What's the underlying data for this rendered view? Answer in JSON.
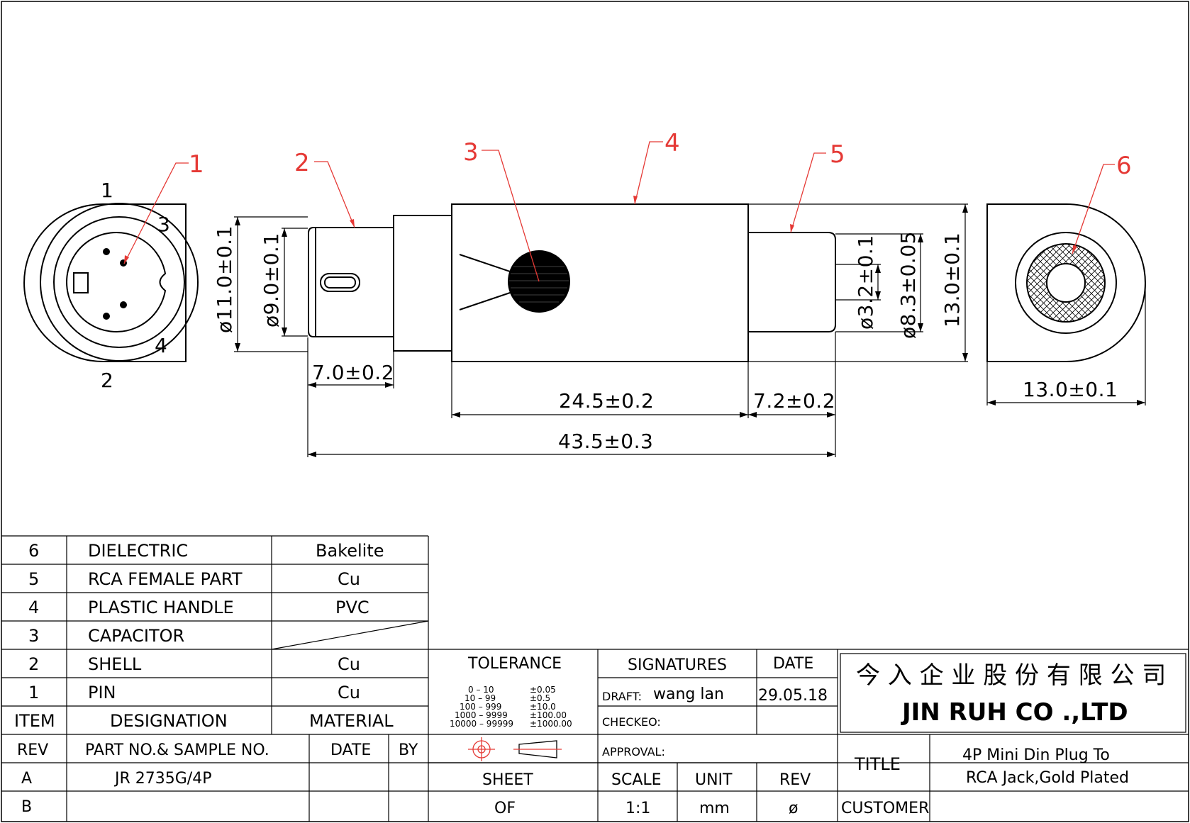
{
  "drawing": {
    "callouts": [
      "1",
      "2",
      "3",
      "4",
      "5",
      "6"
    ],
    "pin_numbers": [
      "1",
      "2",
      "3",
      "4"
    ],
    "dimensions": {
      "d_outer": "ø11.0±0.1",
      "d_inner": "ø9.0±0.1",
      "shell_len": "7.0±0.2",
      "handle_len": "24.5±0.2",
      "rca_len": "7.2±0.2",
      "total_len": "43.5±0.3",
      "d_rca_pin": "ø3.2±0.1",
      "d_rca": "ø8.3±0.05",
      "height": "13.0±0.1",
      "end_width": "13.0±0.1"
    },
    "colors": {
      "line": "#000000",
      "callout": "#e53935"
    }
  },
  "bom": {
    "rows": [
      {
        "item": "6",
        "designation": "DIELECTRIC",
        "material": "Bakelite"
      },
      {
        "item": "5",
        "designation": "RCA  FEMALE  PART",
        "material": "Cu"
      },
      {
        "item": "4",
        "designation": "PLASTIC  HANDLE",
        "material": "PVC"
      },
      {
        "item": "3",
        "designation": "CAPACITOR",
        "material": ""
      },
      {
        "item": "2",
        "designation": "SHELL",
        "material": "Cu"
      },
      {
        "item": "1",
        "designation": "PIN",
        "material": "Cu"
      }
    ],
    "headers": {
      "item": "ITEM",
      "designation": "DESIGNATION",
      "material": "MATERIAL"
    }
  },
  "revision": {
    "headers": {
      "rev": "REV",
      "part": "PART  NO.& SAMPLE  NO.",
      "date": "DATE",
      "by": "BY"
    },
    "rows": [
      {
        "rev": "A",
        "part": "JR  2735G/4P",
        "date": "",
        "by": ""
      },
      {
        "rev": "B",
        "part": "",
        "date": "",
        "by": ""
      }
    ]
  },
  "tolerance": {
    "title": "TOLERANCE",
    "ranges": [
      "0  –  10",
      "10  –  99",
      "100  –  999",
      "1000  –  9999",
      "10000  –  99999"
    ],
    "values": [
      "±0.05",
      "±0.5",
      "±10.0",
      "±100.00",
      "±1000.00"
    ]
  },
  "signatures": {
    "title": "SIGNATURES",
    "date_header": "DATE",
    "draft_label": "DRAFT:",
    "draft_name": "wang  lan",
    "draft_date": "29.05.18",
    "checked_label": "CHECKEO:",
    "approval_label": "APPROVAL:"
  },
  "sheet": {
    "sheet": "SHEET",
    "of": "OF",
    "scale_label": "SCALE",
    "scale": "1:1",
    "unit_label": "UNIT",
    "unit": "mm",
    "rev_label": "REV",
    "rev": "ø"
  },
  "company": {
    "name_cn": "今 入 企 业 股 份 有 限 公 司",
    "name_en": "JIN  RUH  CO .,LTD"
  },
  "title": {
    "label": "TITLE",
    "line1": "4P  Mini  Din  Plug  To",
    "line2": "RCA  Jack,Gold  Plated",
    "customer_label": "CUSTOMER"
  }
}
